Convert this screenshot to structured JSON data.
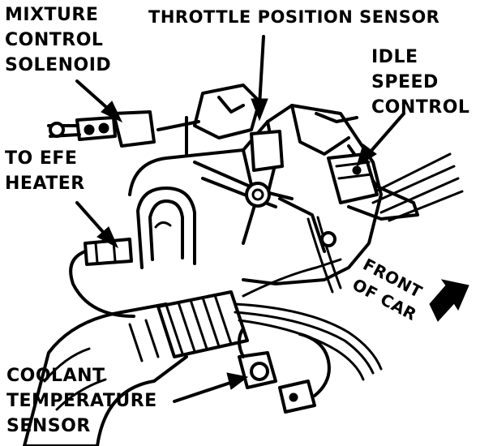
{
  "labels": {
    "mixture_control_solenoid": [
      "MIXTURE",
      "CONTROL",
      "SOLENOID"
    ],
    "throttle_position_sensor": "THROTTLE POSITION SENSOR",
    "idle_speed_control": [
      "IDLE",
      "SPEED",
      "CONTROL"
    ],
    "to_efe_heater": [
      "TO EFE",
      "HEATER"
    ],
    "coolant_temperature_sensor": [
      "COOLANT",
      "TEMPERATURE",
      "SENSOR"
    ],
    "front_of_car": [
      "FRONT",
      "OF CAR"
    ]
  },
  "colors": {
    "ink": "#000000",
    "paper": "#ffffff"
  }
}
